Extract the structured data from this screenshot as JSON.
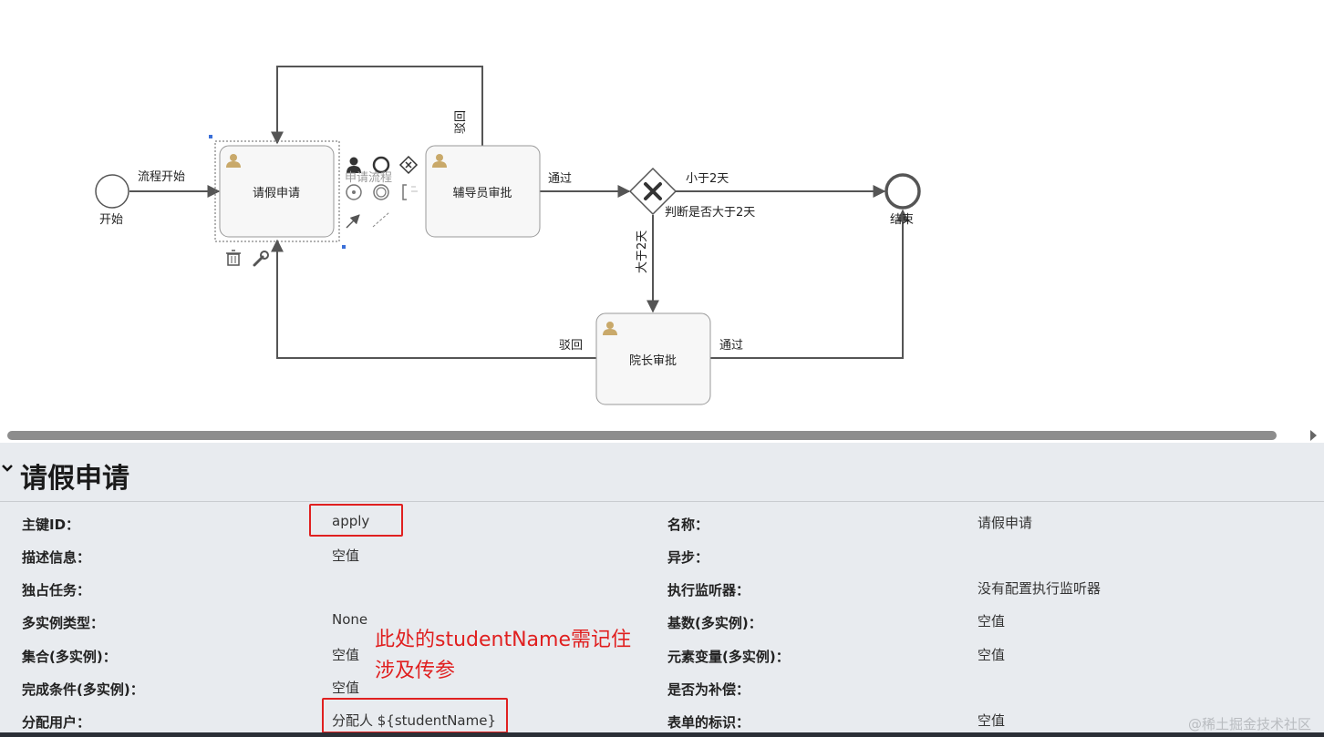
{
  "diagram": {
    "nodes": {
      "start": "开始",
      "apply": "请假申请",
      "counselor": "辅导员审批",
      "dean": "院长审批",
      "end": "结束",
      "gateway_label": "判断是否大于2天"
    },
    "flows": {
      "flow_start": "流程开始",
      "counselor_reject": "驳回",
      "counselor_pass": "通过",
      "less_than_2": "小于2天",
      "more_than_2": "大于2天",
      "dean_reject": "驳回",
      "dean_pass": "通过"
    },
    "hover_label": "申请流程"
  },
  "properties": {
    "title": "请假申请",
    "rows": [
      {
        "key": "主键ID：",
        "value": "apply",
        "key2": "名称：",
        "value2": "请假申请"
      },
      {
        "key": "描述信息：",
        "value": "空值",
        "key2": "异步：",
        "value2": ""
      },
      {
        "key": "独占任务：",
        "value": "",
        "key2": "执行监听器：",
        "value2": "没有配置执行监听器"
      },
      {
        "key": "多实例类型：",
        "value": "None",
        "key2": "基数(多实例)：",
        "value2": "空值"
      },
      {
        "key": "集合(多实例)：",
        "value": "空值",
        "key2": "元素变量(多实例)：",
        "value2": "空值"
      },
      {
        "key": "完成条件(多实例)：",
        "value": "空值",
        "key2": "是否为补偿：",
        "value2": ""
      },
      {
        "key": "分配用户：",
        "value": "分配人 ${studentName}",
        "key2": "表单的标识：",
        "value2": "空值"
      }
    ]
  },
  "annotation": {
    "line1": "此处的studentName需记住",
    "line2": "涉及传参"
  },
  "watermark": "@稀土掘金技术社区",
  "colors": {
    "highlight": "#e02020",
    "panel_bg": "#e8ebef",
    "user_icon": "#c9a96a"
  }
}
